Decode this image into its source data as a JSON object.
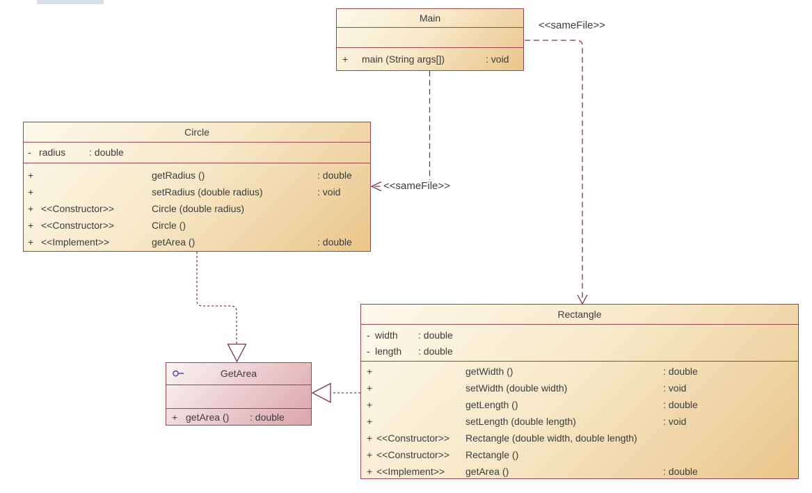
{
  "page": {
    "background": "#ffffff",
    "topbar_color": "#d8dee8"
  },
  "diagram": {
    "colors": {
      "box_border": "#98444d",
      "class_fill_light": "#fdf9ec",
      "class_fill_dark": "#eac58a",
      "interface_fill_light": "#faf4f4",
      "interface_fill_dark": "#dba4ab",
      "wire": "#7a3450",
      "text": "#3c3c3c",
      "lollipop_icon": "#5757a8"
    },
    "classes": [
      {
        "name": "Main",
        "kind": "class",
        "attributes": [],
        "operations": [
          {
            "vis": "+",
            "sig": "main (String args[])",
            "ret": ": void"
          }
        ]
      },
      {
        "name": "Circle",
        "kind": "class",
        "attributes": [
          {
            "vis": "-",
            "name": "radius",
            "type": ": double"
          }
        ],
        "operations": [
          {
            "vis": "+",
            "stereo": "",
            "sig": "getRadius ()",
            "ret": ": double"
          },
          {
            "vis": "+",
            "stereo": "",
            "sig": "setRadius (double radius)",
            "ret": ": void"
          },
          {
            "vis": "+",
            "stereo": "<<Constructor>>",
            "sig": "Circle (double radius)",
            "ret": ""
          },
          {
            "vis": "+",
            "stereo": "<<Constructor>>",
            "sig": "Circle ()",
            "ret": ""
          },
          {
            "vis": "+",
            "stereo": "<<Implement>>",
            "sig": "getArea ()",
            "ret": ": double"
          }
        ]
      },
      {
        "name": "Rectangle",
        "kind": "class",
        "attributes": [
          {
            "vis": "-",
            "name": "width",
            "type": ": double"
          },
          {
            "vis": "-",
            "name": "length",
            "type": ": double"
          }
        ],
        "operations": [
          {
            "vis": "+",
            "stereo": "",
            "sig": "getWidth ()",
            "ret": ": double"
          },
          {
            "vis": "+",
            "stereo": "",
            "sig": "setWidth (double width)",
            "ret": ": void"
          },
          {
            "vis": "+",
            "stereo": "",
            "sig": "getLength ()",
            "ret": ": double"
          },
          {
            "vis": "+",
            "stereo": "",
            "sig": "setLength (double length)",
            "ret": ": void"
          },
          {
            "vis": "+",
            "stereo": "<<Constructor>>",
            "sig": "Rectangle (double width, double length)",
            "ret": ""
          },
          {
            "vis": "+",
            "stereo": "<<Constructor>>",
            "sig": "Rectangle ()",
            "ret": ""
          },
          {
            "vis": "+",
            "stereo": "<<Implement>>",
            "sig": "getArea ()",
            "ret": ": double"
          }
        ]
      },
      {
        "name": "GetArea",
        "kind": "interface",
        "attributes": [],
        "operations": [
          {
            "vis": "+",
            "sig": "getArea ()",
            "ret": ": double"
          }
        ]
      }
    ],
    "connectors": [
      {
        "from": "Main",
        "to": "Rectangle",
        "type": "dependency",
        "label": "<<sameFile>>"
      },
      {
        "from": "Main",
        "to": "Circle",
        "type": "dependency",
        "label": "<<sameFile>>"
      },
      {
        "from": "Circle",
        "to": "GetArea",
        "type": "realization",
        "label": ""
      },
      {
        "from": "Rectangle",
        "to": "GetArea",
        "type": "realization",
        "label": ""
      }
    ]
  }
}
